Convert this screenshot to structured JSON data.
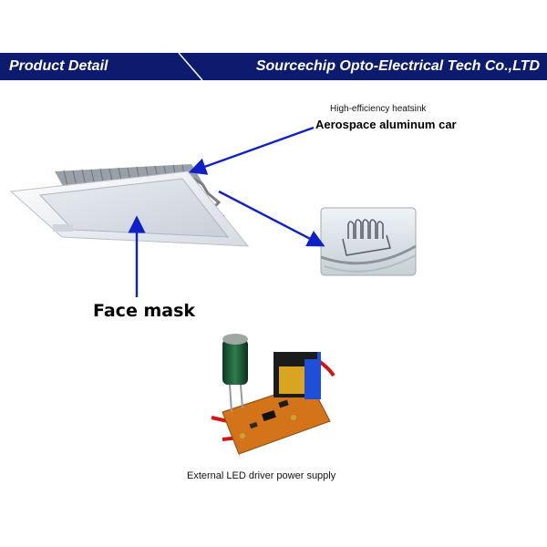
{
  "header": {
    "left_title": "Product Detail",
    "right_title": "Sourcechip Opto-Electrical Tech Co.,LTD",
    "background": "#0c1b6e"
  },
  "callouts": {
    "heatsink_caption": "High-efficiency heatsink",
    "heatsink_title": "Aerospace aluminum car",
    "face_mask": "Face mask",
    "driver_caption": "External LED driver power supply"
  },
  "colors": {
    "arrow": "#1020c8",
    "panel_frame": "#eef1f5",
    "panel_diffuser": "#dfe3ea"
  }
}
